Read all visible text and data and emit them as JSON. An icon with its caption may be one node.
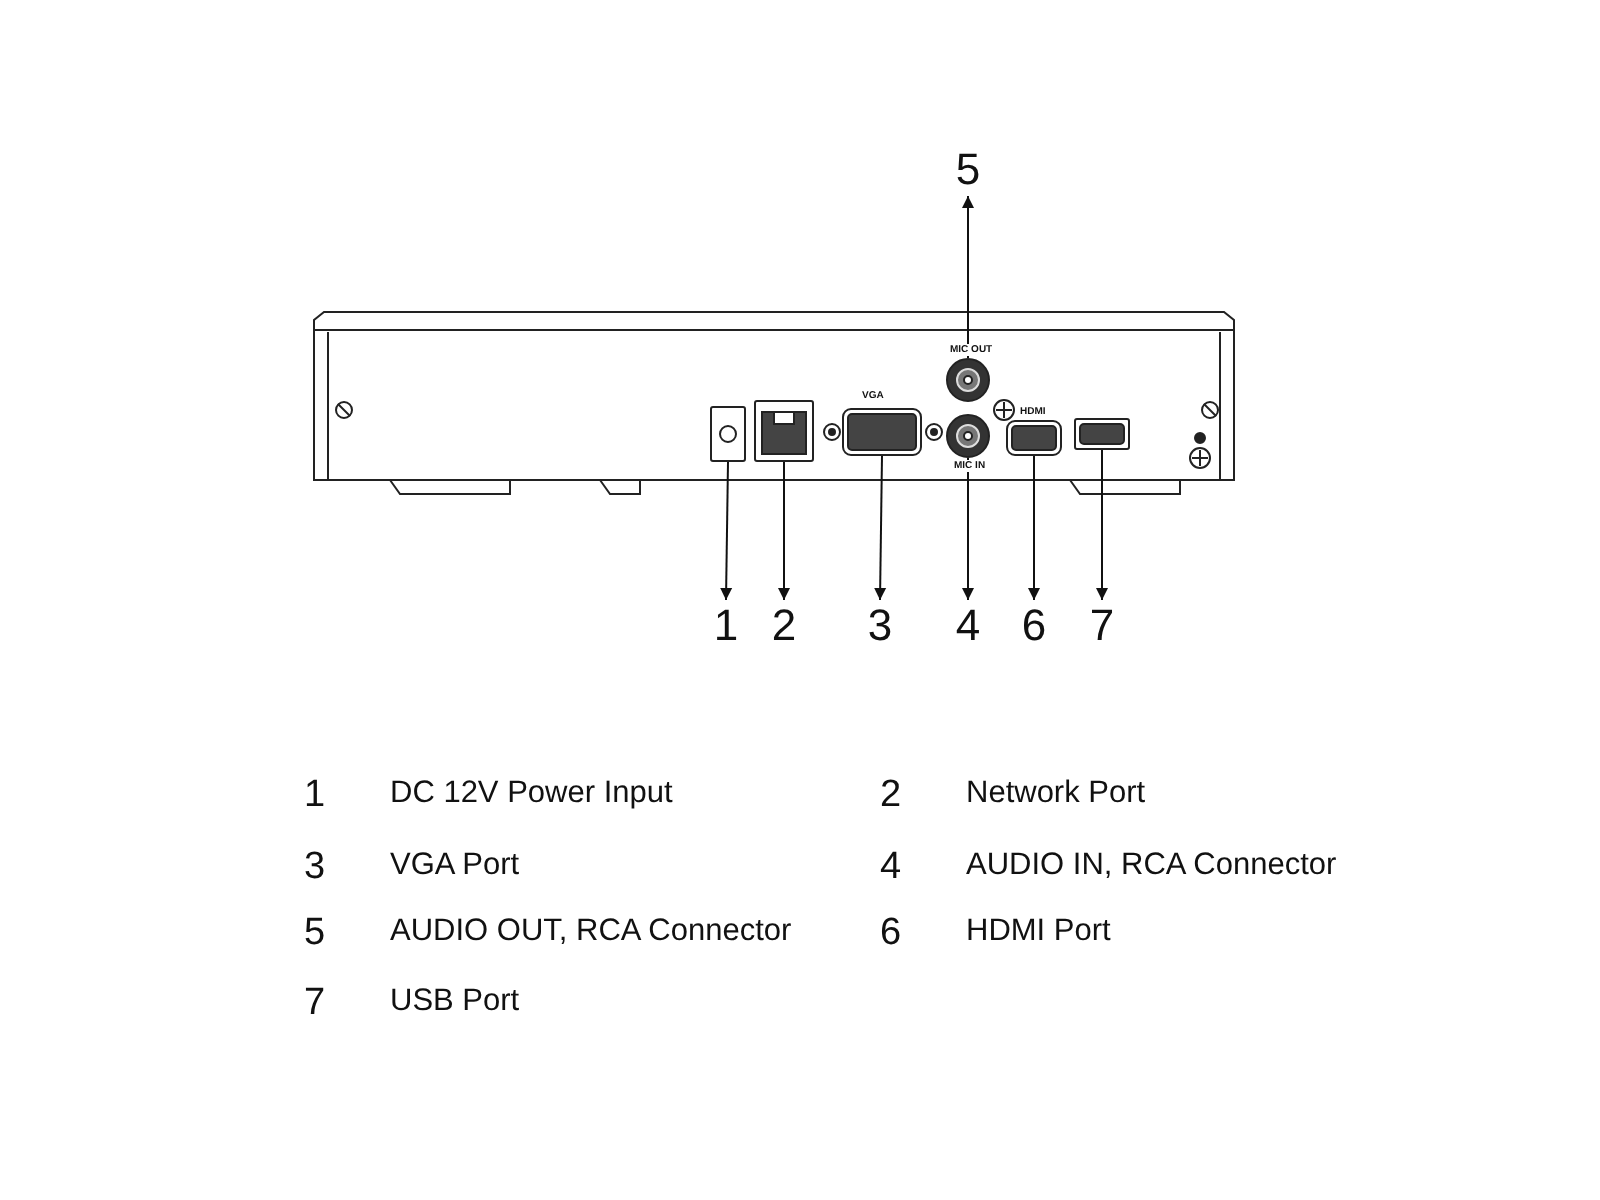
{
  "diagram": {
    "nodes": [
      {
        "text": [
          "5"
        ]
      },
      {
        "text": [
          "1"
        ]
      },
      {
        "text": [
          "2"
        ]
      },
      {
        "text": [
          "3"
        ]
      },
      {
        "text": [
          "4"
        ]
      },
      {
        "text": [
          "6"
        ]
      },
      {
        "text": [
          "7"
        ]
      },
      {
        "text": [],
        "shape": "box"
      },
      {
        "text": [],
        "shape": "box"
      },
      {
        "text": [],
        "shape": "box"
      },
      {
        "text": [],
        "shape": "circle"
      },
      {
        "text": [],
        "shape": "circle"
      },
      {
        "text": [],
        "shape": "box"
      },
      {
        "text": [],
        "shape": "box"
      }
    ],
    "edges": [
      {
        "from": 10,
        "to": 0,
        "arrow": "to"
      },
      {
        "from": 7,
        "to": 1,
        "arrow": "to"
      },
      {
        "from": 8,
        "to": 2,
        "arrow": "to"
      },
      {
        "from": 9,
        "to": 3,
        "arrow": "to"
      },
      {
        "from": 11,
        "to": 4,
        "arrow": "to"
      },
      {
        "from": 12,
        "to": 5,
        "arrow": "to"
      },
      {
        "from": 13,
        "to": 6,
        "arrow": "to"
      }
    ],
    "labels": [
      "MIC OUT",
      "VGA",
      "HDMI",
      "MIC IN",
      "1",
      "DC 12V Power Input",
      "2",
      "Network Port",
      "3",
      "VGA Port",
      "4",
      "AUDIO IN, RCA Connector",
      "5",
      "AUDIO OUT, RCA Connector",
      "6",
      "HDMI Port",
      "7",
      "USB Port"
    ]
  }
}
